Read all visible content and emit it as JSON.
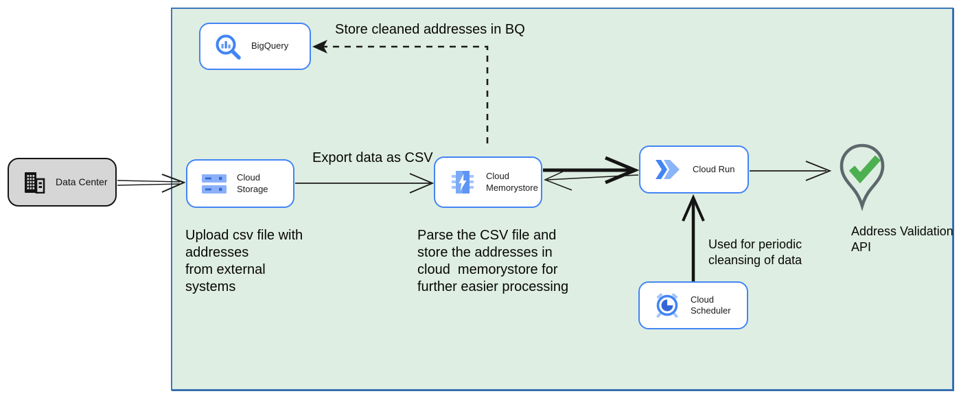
{
  "diagram": {
    "type": "cloud-architecture-flow",
    "zone": {
      "name": "google-cloud-boundary",
      "fill_color": "#dfeee2",
      "border_color": "#3c77b8"
    },
    "colors": {
      "node_border_blue": "#4285f4",
      "node_fill": "#ffffff",
      "external_node_fill": "#d6d6d6",
      "external_node_border": "#141414",
      "arrow_color": "#1a1a1a",
      "check_green": "#4caf50",
      "pin_gray": "#5d686d",
      "icon_blue_dark": "#4285f4",
      "icon_blue_light": "#8ab4f8"
    },
    "nodes": {
      "data_center": {
        "label": "Data Center",
        "icon": "building-icon"
      },
      "bigquery": {
        "label": "BigQuery",
        "icon": "bigquery-magnifier-chart-icon"
      },
      "cloud_storage": {
        "label": "Cloud Storage",
        "icon": "storage-buckets-icon"
      },
      "cloud_memorystore": {
        "label": "Cloud Memorystore",
        "icon": "memorystore-chip-bolt-icon"
      },
      "cloud_run": {
        "label": "Cloud Run",
        "icon": "cloud-run-chevrons-icon"
      },
      "cloud_scheduler": {
        "label": "Cloud Scheduler",
        "icon": "scheduler-alarm-clock-icon"
      },
      "address_validation_api": {
        "label": "Address Validation\nAPI",
        "icon": "map-pin-checkmark-icon"
      }
    },
    "edge_labels": {
      "store_bq": "Store cleaned addresses in BQ",
      "export_csv": "Export data as CSV",
      "periodic_cleansing": "Used for periodic\ncleansing of data"
    },
    "annotations": {
      "upload_note": "Upload csv file with\naddresses\nfrom external\nsystems",
      "parse_note": "Parse the CSV file and\nstore the addresses in\ncloud  memorystore for\nfurther easier processing"
    },
    "edges": [
      {
        "from": "data_center",
        "to": "cloud_storage",
        "style": "double-line-open-arrow"
      },
      {
        "from": "cloud_storage",
        "to": "cloud_memorystore",
        "style": "thin-open-arrow",
        "label": "Export data as CSV"
      },
      {
        "from": "cloud_memorystore",
        "to": "bigquery",
        "style": "dashed-solid-arrow",
        "label": "Store cleaned addresses in BQ"
      },
      {
        "from": "cloud_memorystore",
        "to": "cloud_run",
        "style": "thick-open-arrow"
      },
      {
        "from": "cloud_run",
        "to": "cloud_memorystore",
        "style": "thin-open-arrow"
      },
      {
        "from": "cloud_scheduler",
        "to": "cloud_run",
        "style": "thick-open-arrow",
        "label": "Used for periodic cleansing of data"
      },
      {
        "from": "cloud_run",
        "to": "address_validation_api",
        "style": "thin-open-arrow"
      }
    ]
  }
}
